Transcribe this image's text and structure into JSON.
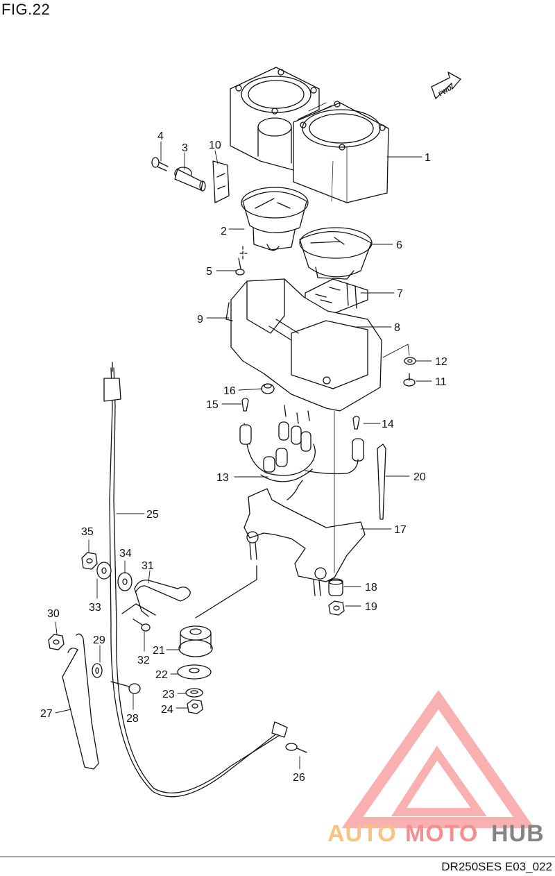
{
  "figure": {
    "title": "FIG.22",
    "code": "DR250SES E03_022"
  },
  "parts": [
    {
      "no": "1"
    },
    {
      "no": "2"
    },
    {
      "no": "3"
    },
    {
      "no": "4"
    },
    {
      "no": "5"
    },
    {
      "no": "6"
    },
    {
      "no": "7"
    },
    {
      "no": "8"
    },
    {
      "no": "9"
    },
    {
      "no": "10"
    },
    {
      "no": "11"
    },
    {
      "no": "12"
    },
    {
      "no": "13"
    },
    {
      "no": "14"
    },
    {
      "no": "15"
    },
    {
      "no": "16"
    },
    {
      "no": "17"
    },
    {
      "no": "18"
    },
    {
      "no": "19"
    },
    {
      "no": "20"
    },
    {
      "no": "21"
    },
    {
      "no": "22"
    },
    {
      "no": "23"
    },
    {
      "no": "24"
    },
    {
      "no": "25"
    },
    {
      "no": "26"
    },
    {
      "no": "27"
    },
    {
      "no": "28"
    },
    {
      "no": "29"
    },
    {
      "no": "30"
    },
    {
      "no": "31"
    },
    {
      "no": "32"
    },
    {
      "no": "33"
    },
    {
      "no": "34"
    },
    {
      "no": "35"
    }
  ],
  "direction_marker": {
    "label": "FWD",
    "icon": "fwd-arrow-icon"
  },
  "watermark": {
    "part1": "AUTO",
    "part2": "MOTO",
    "part3": "HUB",
    "colors": {
      "triangle": "#f47c7c",
      "auto": "#f7b96a",
      "moto": "#f47c7c",
      "hub": "#6e6e6e"
    }
  }
}
